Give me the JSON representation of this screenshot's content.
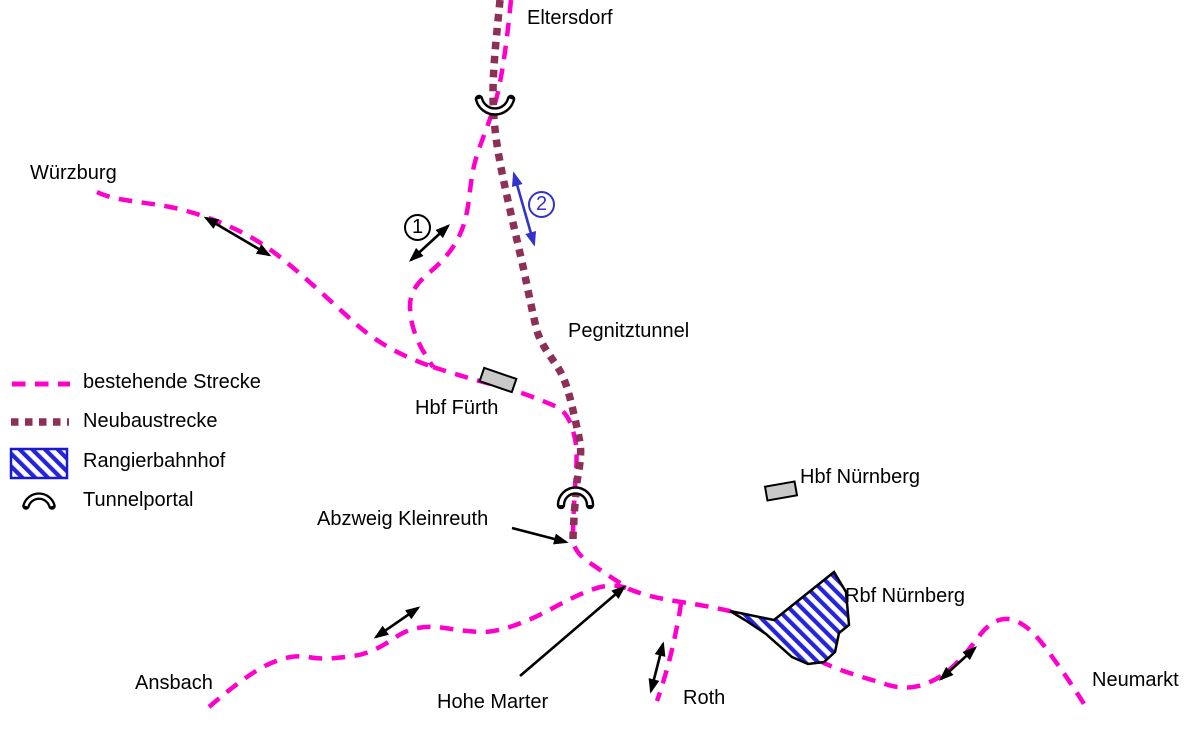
{
  "map": {
    "places": {
      "eltersdorf": "Eltersdorf",
      "wuerzburg": "Würzburg",
      "pegnitztunnel": "Pegnitztunnel",
      "hbf_fuerth": "Hbf Fürth",
      "hbf_nuernberg": "Hbf Nürnberg",
      "abzweig_kleinreuth": "Abzweig Kleinreuth",
      "rbf_nuernberg": "Rbf Nürnberg",
      "ansbach": "Ansbach",
      "hohe_marter": "Hohe Marter",
      "roth": "Roth",
      "neumarkt": "Neumarkt"
    },
    "section_markers": {
      "marker_1": "1",
      "marker_2": "2"
    }
  },
  "legend": {
    "items": [
      {
        "id": "existing-line",
        "label": "bestehende Strecke"
      },
      {
        "id": "new-line",
        "label": "Neubaustrecke"
      },
      {
        "id": "marshalling-yard",
        "label": "Rangierbahnhof"
      },
      {
        "id": "tunnel-portal",
        "label": "Tunnelportal"
      }
    ]
  },
  "colors": {
    "existing_line": "#ff00cc",
    "new_line": "#8e2f58",
    "yard_hatch_blue": "#2424dd",
    "marker_blue": "#3333cc",
    "station_fill": "#c9c9c9",
    "text": "#000000"
  }
}
